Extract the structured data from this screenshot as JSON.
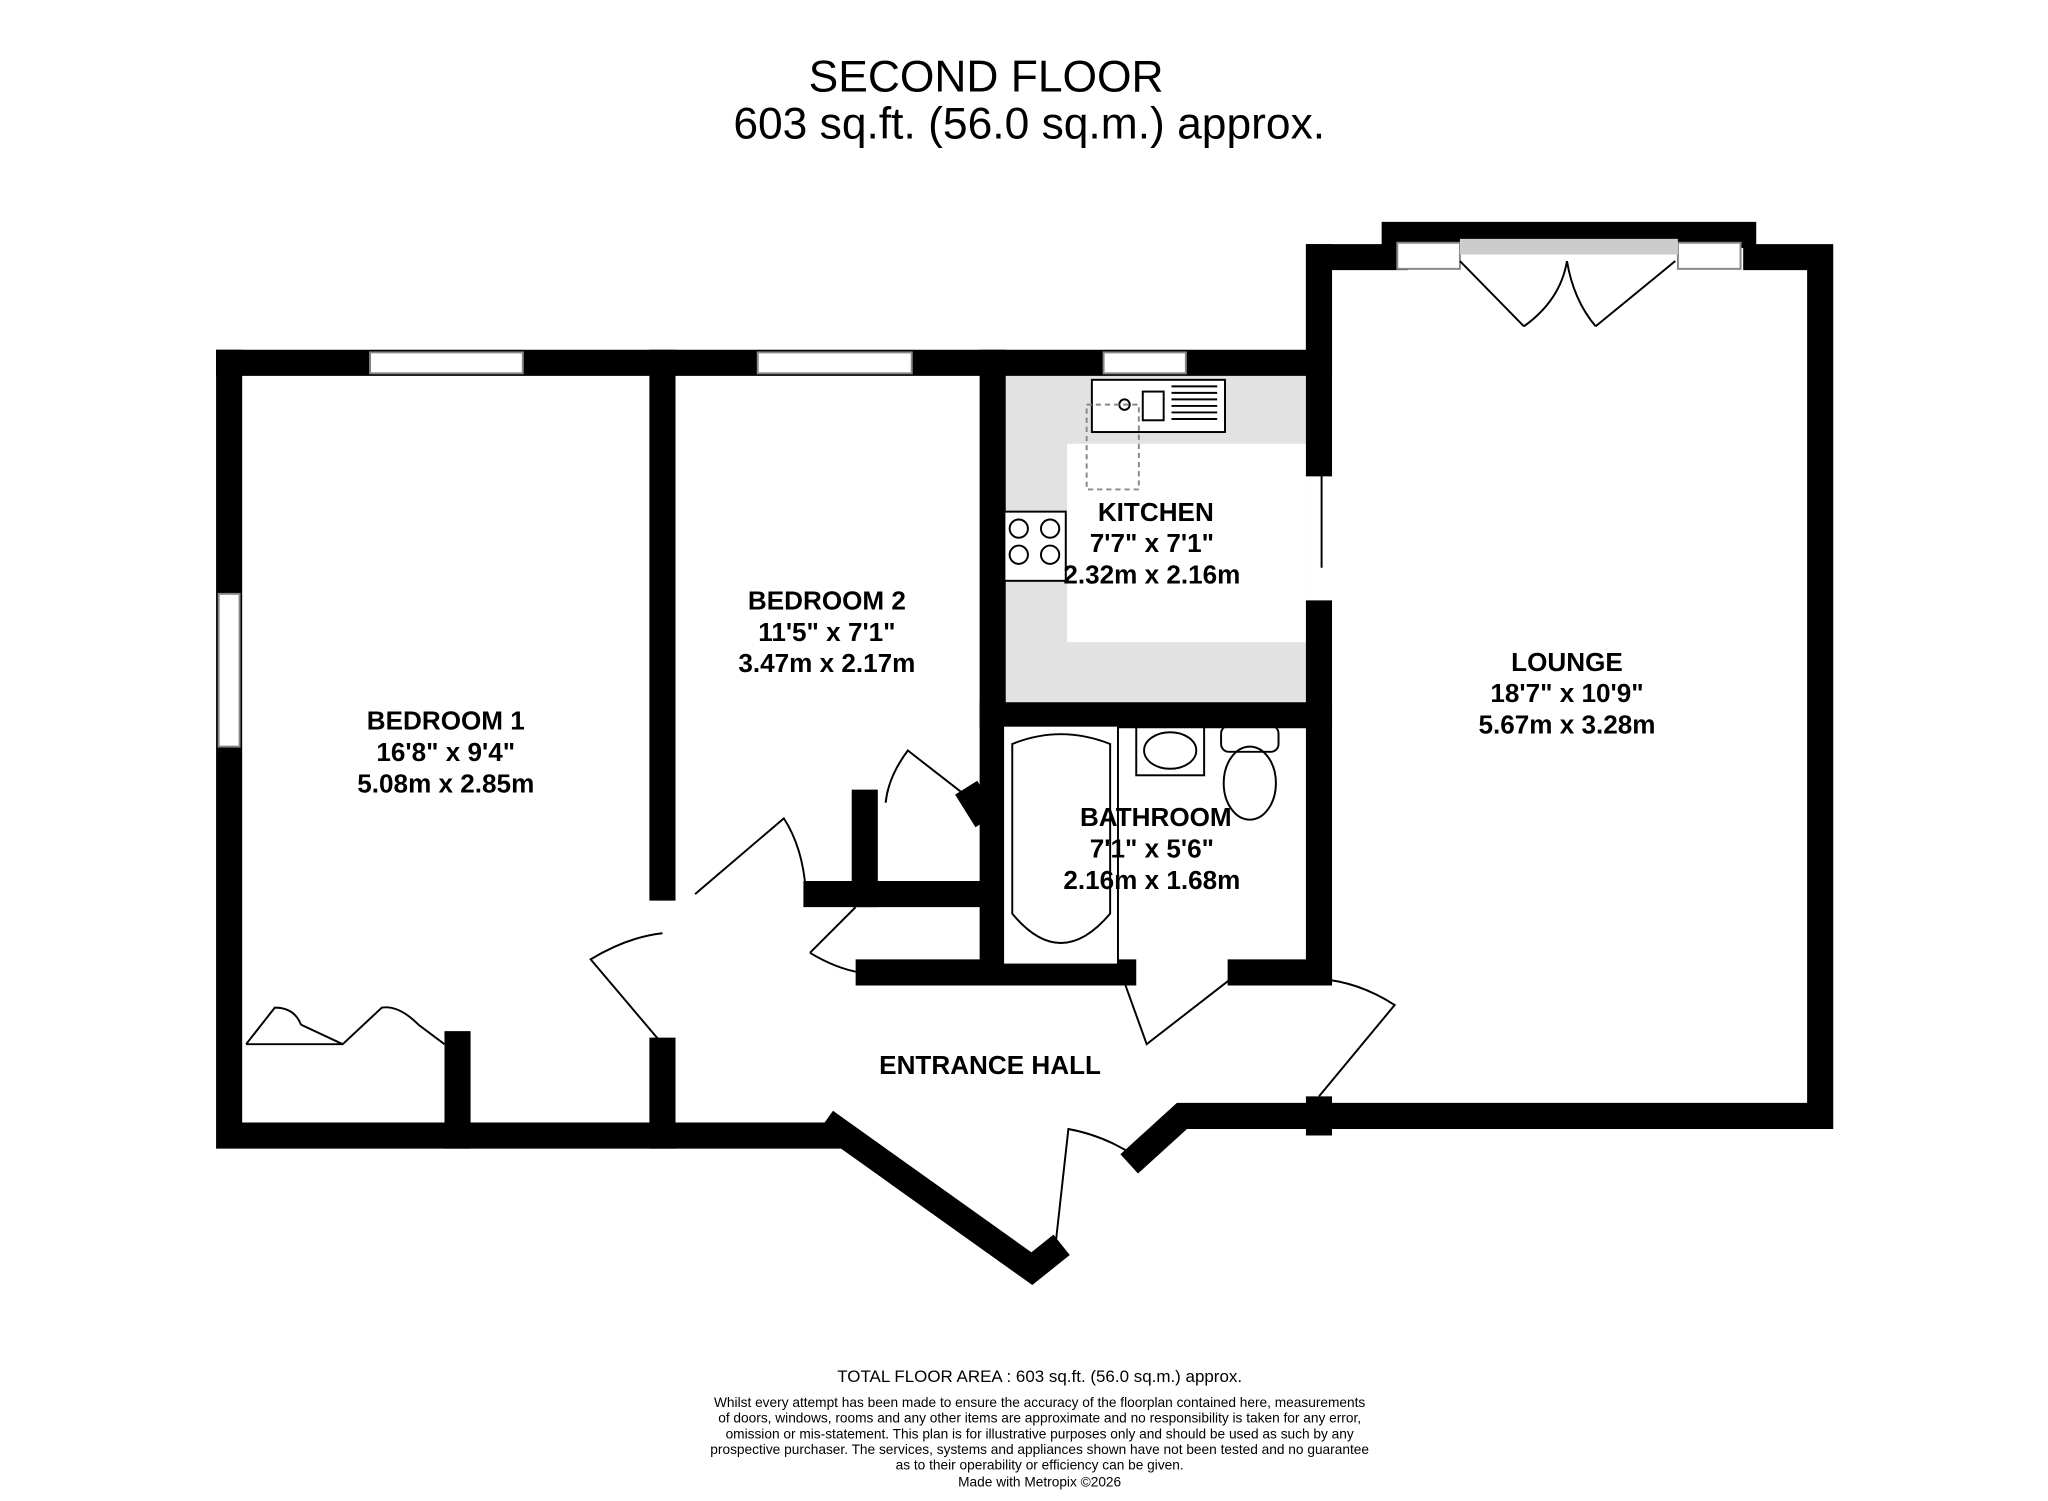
{
  "header": {
    "floor_name": "SECOND FLOOR",
    "area": "603 sq.ft. (56.0 sq.m.) approx."
  },
  "rooms": [
    {
      "name": "BEDROOM 1",
      "imperial": "16'8\"  x 9'4\"",
      "metric": "5.08m  x 2.85m"
    },
    {
      "name": "BEDROOM 2",
      "imperial": "11'5\"  x 7'1\"",
      "metric": "3.47m  x 2.17m"
    },
    {
      "name": "KITCHEN",
      "imperial": "7'7\"  x 7'1\"",
      "metric": "2.32m  x 2.16m"
    },
    {
      "name": "BATHROOM",
      "imperial": "7'1\"  x 5'6\"",
      "metric": "2.16m  x 1.68m"
    },
    {
      "name": "LOUNGE",
      "imperial": "18'7\"  x 10'9\"",
      "metric": "5.67m  x 3.28m"
    },
    {
      "name": "ENTRANCE HALL"
    }
  ],
  "footer": {
    "total": "TOTAL FLOOR AREA : 603 sq.ft. (56.0 sq.m.) approx.",
    "disclaimer": [
      "Whilst every attempt has been made to ensure the accuracy of the floorplan contained here, measurements",
      "of doors, windows, rooms and any other items are approximate and no responsibility is taken for any error,",
      "omission or mis-statement. This plan is for illustrative purposes only and should be used as such by any",
      "prospective purchaser. The services, systems and appliances shown have not been tested and no guarantee",
      "as to their operability or efficiency can be given."
    ],
    "credit": "Made with Metropix ©2026"
  }
}
